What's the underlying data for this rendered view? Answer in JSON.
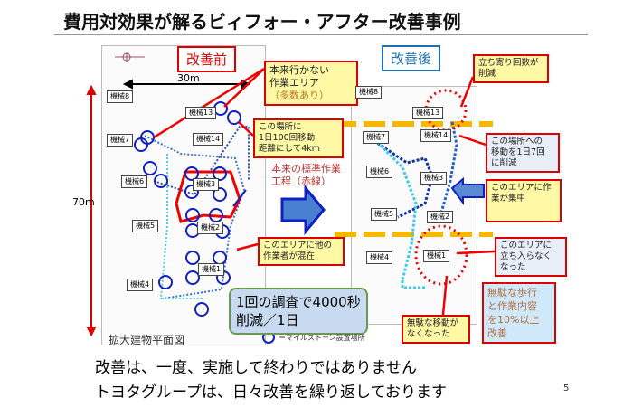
{
  "title": "費用対効果が解るビィフォー・アフター改善事例",
  "before": {
    "label": "改善前",
    "width_label": "30m",
    "height_label": "70m",
    "machines": [
      "機械8",
      "機械13",
      "機械7",
      "機械14",
      "機械6",
      "機械3",
      "機械5",
      "機械2",
      "機械4",
      "機械1"
    ],
    "callout_unneeded": "本来行かない\n作業エリア",
    "callout_unneeded_sub": "（多数あり）",
    "callout_distance": "この場所に\n1日100回移動\n距離にして4km",
    "standard_process": "本来の標準作業\n工程（赤線）",
    "callout_mixed": "このエリアに他の\n作業者が混在",
    "floorplan_caption": "拡大建物平面図",
    "legend": "＝マイルストーン設置場所"
  },
  "result_box": "1回の調査で4000秒\n削減／1日",
  "after": {
    "label": "改善後",
    "machines": [
      "機械8",
      "機械13",
      "機械7",
      "機械14",
      "機械6",
      "機械3",
      "機械5",
      "機械2",
      "機械4",
      "機械1"
    ],
    "callout_visits": "立ち寄り回数が\n削減",
    "callout_moves": "この場所への\n移動を1日7回\nに削減",
    "callout_focus": "このエリアに作\n業が集中",
    "callout_no_entry": "このエリアに\n立ち入らなく\nなった",
    "callout_waste_gone": "無駄な移動が\nなくなった",
    "improvement": "無駄な歩行\nと作業内容\nを10%以上\n改善"
  },
  "footer": {
    "line1": "改善は、一度、実施して終わりではありません",
    "line2": "トヨタグループは、日々改善を繰り返しております",
    "page": "5"
  },
  "colors": {
    "red": "#dd0000",
    "blue": "#1020c0",
    "orange": "#f5b800",
    "callout": "#fff9a6"
  }
}
